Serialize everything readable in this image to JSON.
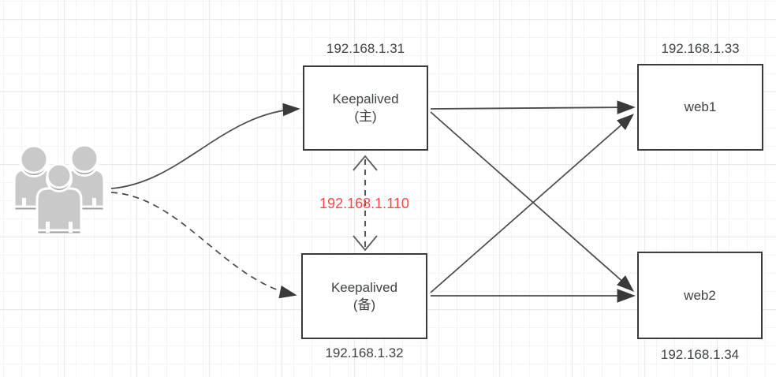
{
  "diagram": {
    "title_hidden": "",
    "nodes": {
      "master": {
        "title": "Keepalived",
        "subtitle": "(主)",
        "ip": "192.168.1.31"
      },
      "backup": {
        "title": "Keepalived",
        "subtitle": "(备)",
        "ip": "192.168.1.32"
      },
      "web1": {
        "title": "web1",
        "ip": "192.168.1.33"
      },
      "web2": {
        "title": "web2",
        "ip": "192.168.1.34"
      }
    },
    "virtual_ip": {
      "value": "192.168.1.110"
    },
    "actors": {
      "users": {
        "icon": "users-icon"
      }
    },
    "edges": [
      {
        "from": "users",
        "to": "keepalived-master",
        "style": "solid-curve",
        "arrow": "filled"
      },
      {
        "from": "users",
        "to": "keepalived-backup",
        "style": "dashed-curve",
        "arrow": "filled"
      },
      {
        "from": "keepalived-master",
        "to": "web1",
        "style": "solid",
        "arrow": "filled"
      },
      {
        "from": "keepalived-master",
        "to": "web2",
        "style": "solid",
        "arrow": "filled"
      },
      {
        "from": "keepalived-backup",
        "to": "web1",
        "style": "solid",
        "arrow": "filled"
      },
      {
        "from": "keepalived-backup",
        "to": "web2",
        "style": "solid",
        "arrow": "filled"
      },
      {
        "from": "keepalived-master",
        "to": "keepalived-backup",
        "style": "dashed-double-open-arrow",
        "label": "192.168.1.110"
      }
    ],
    "colors": {
      "vip_text": "#ff4747",
      "node_border": "#3b3b3b",
      "node_text": "#3f4347",
      "arrow": "#4a4a4a",
      "icon_gray": "#c9c9c9",
      "icon_shadow": "#9e9e9e",
      "grid_minor": "#f4f4f4",
      "grid_major": "#e8e8e8"
    }
  }
}
